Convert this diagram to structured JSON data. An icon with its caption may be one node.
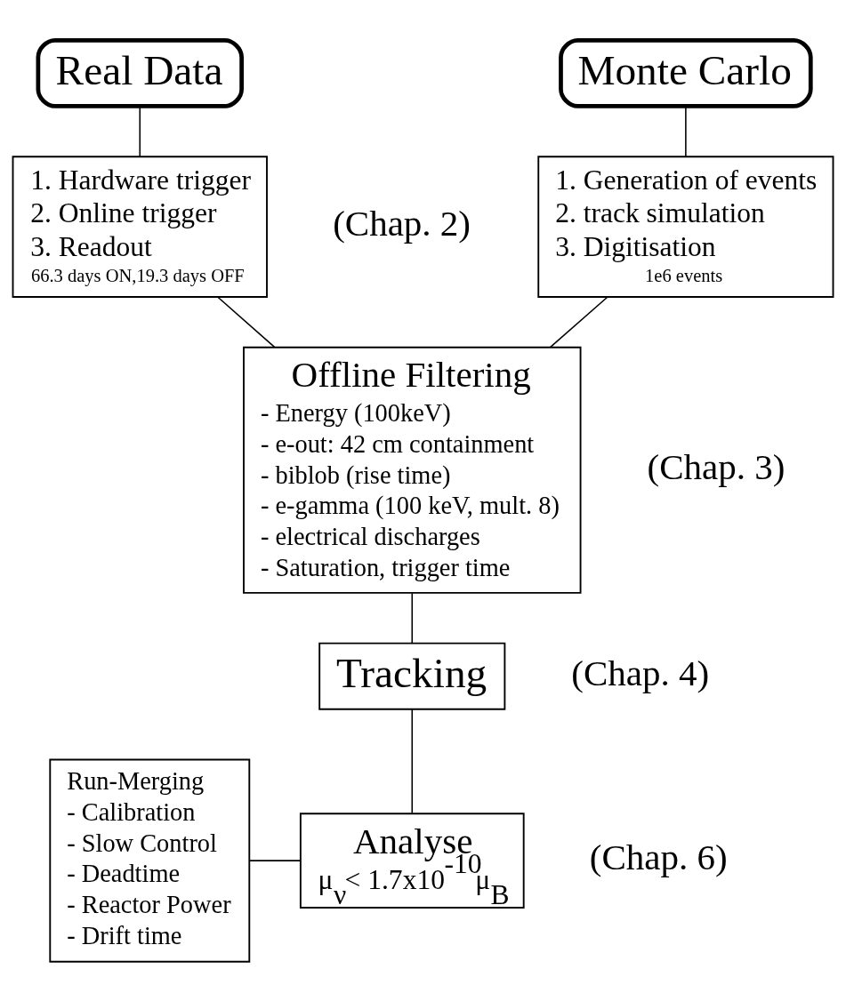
{
  "diagram": {
    "nodes": [
      {
        "text": [
          "Real Data"
        ]
      },
      {
        "text": [
          "Monte Carlo"
        ]
      },
      {
        "text": [
          "1. Hardware trigger",
          "2. Online trigger",
          "3. Readout",
          "66.3 days ON,19.3 days OFF"
        ]
      },
      {
        "text": [
          "1. Generation of events",
          "2. track simulation",
          "3. Digitisation",
          "1e6 events"
        ]
      },
      {
        "text": [
          "Offline Filtering",
          "- Energy (100keV)",
          "- e-out: 42 cm containment",
          "- biblob (rise time)",
          "- e-gamma (100 keV, mult. 8)",
          "- electrical discharges",
          "- Saturation, trigger time"
        ]
      },
      {
        "text": [
          "Tracking"
        ]
      },
      {
        "text": [
          "Run-Merging",
          "- Calibration",
          "- Slow Control",
          "- Deadtime",
          "- Reactor Power",
          "- Drift time"
        ]
      },
      {
        "text": [
          "Analyse",
          "μ$_{ν}$< 1.7x10$^{-10}$μ$_{B}$"
        ]
      }
    ],
    "edges": [
      {
        "from": 0,
        "to": 2,
        "arrow": "none"
      },
      {
        "from": 1,
        "to": 3,
        "arrow": "none"
      },
      {
        "from": 2,
        "to": 4,
        "arrow": "none"
      },
      {
        "from": 3,
        "to": 4,
        "arrow": "none"
      },
      {
        "from": 4,
        "to": 5,
        "arrow": "none"
      },
      {
        "from": 5,
        "to": 7,
        "arrow": "none"
      },
      {
        "from": 6,
        "to": 7,
        "arrow": "none"
      }
    ],
    "labels": [
      "(Chap. 2)",
      "(Chap. 3)",
      "(Chap. 4)",
      "(Chap. 6)"
    ]
  }
}
